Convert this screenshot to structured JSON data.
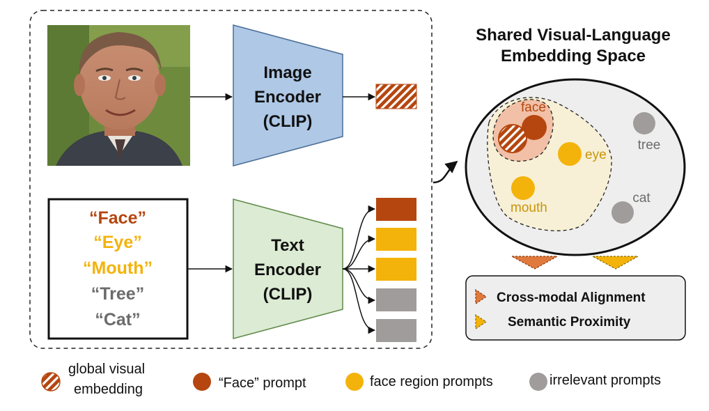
{
  "image_encoder": {
    "line1": "Image",
    "line2": "Encoder",
    "line3": "(CLIP)"
  },
  "text_encoder": {
    "line1": "Text",
    "line2": "Encoder",
    "line3": "(CLIP)"
  },
  "prompts": [
    {
      "text": "“Face”",
      "color": "#b5460f"
    },
    {
      "text": "“Eye”",
      "color": "#f3b30b"
    },
    {
      "text": "“Mouth”",
      "color": "#f3b30b"
    },
    {
      "text": "“Tree”",
      "color": "#6b6b6b"
    },
    {
      "text": "“Cat”",
      "color": "#6b6b6b"
    }
  ],
  "embedding_space": {
    "title_line1": "Shared Visual-Language",
    "title_line2": "Embedding Space",
    "labels": {
      "face": "face",
      "eye": "eye",
      "mouth": "mouth",
      "tree": "tree",
      "cat": "cat"
    }
  },
  "alignment_box": {
    "cross_modal": "Cross-modal Alignment",
    "semantic": "Semantic Proximity"
  },
  "legend": {
    "global_line1": "global visual",
    "global_line2": "embedding",
    "face_prompt": "“Face” prompt",
    "face_region": "face region prompts",
    "irrelevant": "irrelevant prompts"
  },
  "colors": {
    "face": "#b5460f",
    "region": "#f3b30b",
    "irrelevant": "#a09c9c",
    "image_encoder": "#aec8e6",
    "text_encoder": "#dcebd3"
  }
}
